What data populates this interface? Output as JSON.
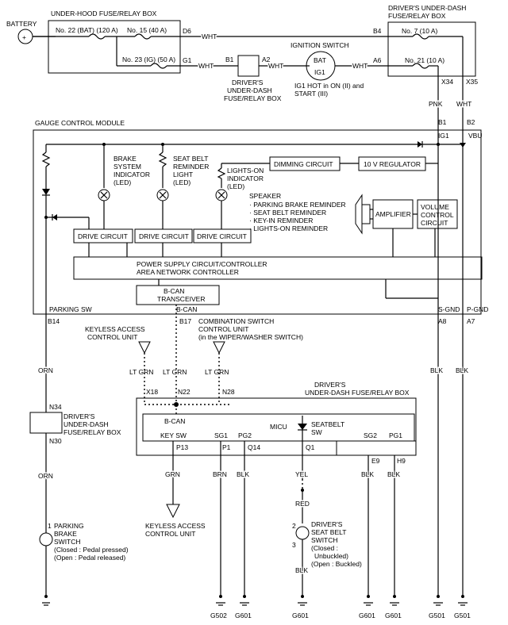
{
  "battery": "BATTERY",
  "underhood_title": "UNDER-HOOD FUSE/RELAY BOX",
  "fuse22": "No. 22 (BAT) (120 A)",
  "fuse15": "No. 15 (40 A)",
  "fuse23": "No. 23 (IG) (50 A)",
  "d6": "D6",
  "g1": "G1",
  "wht": "WHT",
  "b1": "B1",
  "a2": "A2",
  "ducfrb_small": [
    "DRIVER'S",
    "UNDER-DASH",
    "FUSE/RELAY BOX"
  ],
  "ign_switch": "IGNITION SWITCH",
  "bat": "BAT",
  "ig1": "IG1",
  "ig1_note": [
    "IG1 HOT in ON (II) and",
    "START (III)"
  ],
  "a6": "A6",
  "b4": "B4",
  "ducfrb_top": [
    "DRIVER'S UNDER-DASH",
    "FUSE/RELAY BOX"
  ],
  "fuse7": "No. 7 (10 A)",
  "fuse21": "No. 21 (10 A)",
  "x34": "X34",
  "x35": "X35",
  "pnk": "PNK",
  "gcm": "GAUGE CONTROL MODULE",
  "pin_b1": "B1",
  "pin_b2": "B2",
  "pin_ig1": "IG1",
  "pin_vbu": "VBU",
  "dimming": "DIMMING CIRCUIT",
  "regulator": "10 V REGULATOR",
  "brake_ind": [
    "BRAKE",
    "SYSTEM",
    "INDICATOR",
    "(LED)"
  ],
  "belt_light": [
    "SEAT BELT",
    "REMINDER",
    "LIGHT",
    "(LED)"
  ],
  "lights_on": [
    "LIGHTS-ON",
    "INDICATOR",
    "(LED)"
  ],
  "speaker": "SPEAKER",
  "speaker_items": [
    "· PARKING BRAKE REMINDER",
    "· SEAT BELT REMINDER",
    "· KEY-IN REMINDER",
    "· LIGHTS-ON REMINDER"
  ],
  "amplifier": "AMPLIFIER",
  "volume": [
    "VOLUME",
    "CONTROL",
    "CIRCUIT"
  ],
  "drive": "DRIVE CIRCUIT",
  "power_supply": [
    "POWER SUPPLY CIRCUIT/CONTROLLER",
    "AREA NETWORK CONTROLLER"
  ],
  "bcan_tx": [
    "B-CAN",
    "TRANSCEIVER"
  ],
  "parking_sw": "PARKING SW",
  "b_can": "B-CAN",
  "s_gnd": "S-GND",
  "p_gnd": "P-GND",
  "b14": "B14",
  "b17": "B17",
  "a8": "A8",
  "a7": "A7",
  "keyless_unit": [
    "KEYLESS ACCESS",
    "CONTROL UNIT"
  ],
  "combo_unit": [
    "COMBINATION SWITCH",
    "CONTROL UNIT",
    "(in the WIPER/WASHER SWITCH)"
  ],
  "orn": "ORN",
  "lt_grn": "LT GRN",
  "blk": "BLK",
  "x18": "X18",
  "n22": "N22",
  "n28": "N28",
  "ducfrb_mid": [
    "DRIVER'S",
    "UNDER-DASH FUSE/RELAY BOX"
  ],
  "n34": "N34",
  "n30": "N30",
  "ducfrb_left": [
    "DRIVER'S",
    "UNDER-DASH",
    "FUSE/RELAY BOX"
  ],
  "micu": "MICU",
  "seatbelt_sw": [
    "SEATBELT",
    "SW"
  ],
  "key_sw": "KEY SW",
  "sg1": "SG1",
  "pg2": "PG2",
  "sg2": "SG2",
  "pg1": "PG1",
  "p13": "P13",
  "p1": "P1",
  "q14": "Q14",
  "q1": "Q1",
  "e9": "E9",
  "h9": "H9",
  "grn": "GRN",
  "brn": "BRN",
  "yel": "YEL",
  "red": "RED",
  "keyless_bottom": [
    "KEYLESS ACCESS",
    "CONTROL UNIT"
  ],
  "parking_brake": [
    "PARKING",
    "BRAKE",
    "SWITCH",
    "(Closed : Pedal pressed)",
    "(Open : Pedal released)"
  ],
  "seat_belt_sw": [
    "DRIVER'S",
    "SEAT BELT",
    "SWITCH",
    "(Closed :",
    "Unbuckled)",
    "(Open : Buckled)"
  ],
  "pin1": "1",
  "pin2": "2",
  "pin3": "3",
  "grounds": [
    "G502",
    "G601",
    "G601",
    "G601",
    "G601",
    "G501",
    "G501"
  ]
}
